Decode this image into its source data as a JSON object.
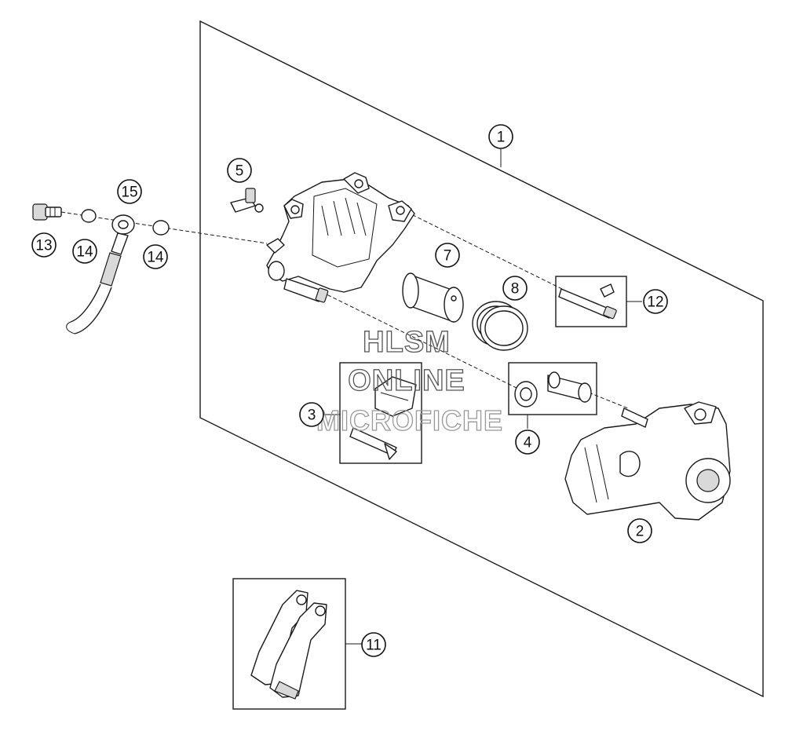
{
  "watermark": {
    "line1": "HLSM",
    "line2": "ONLINE",
    "line3": "MICROFICHE"
  },
  "callouts": {
    "c1": "1",
    "c2": "2",
    "c3": "3",
    "c4": "4",
    "c5": "5",
    "c7": "7",
    "c8": "8",
    "c11": "11",
    "c12": "12",
    "c13": "13",
    "c14a": "14",
    "c14b": "14",
    "c15": "15"
  },
  "colors": {
    "line": "#1a1a1a",
    "background": "#ffffff",
    "watermark": "#555555"
  }
}
